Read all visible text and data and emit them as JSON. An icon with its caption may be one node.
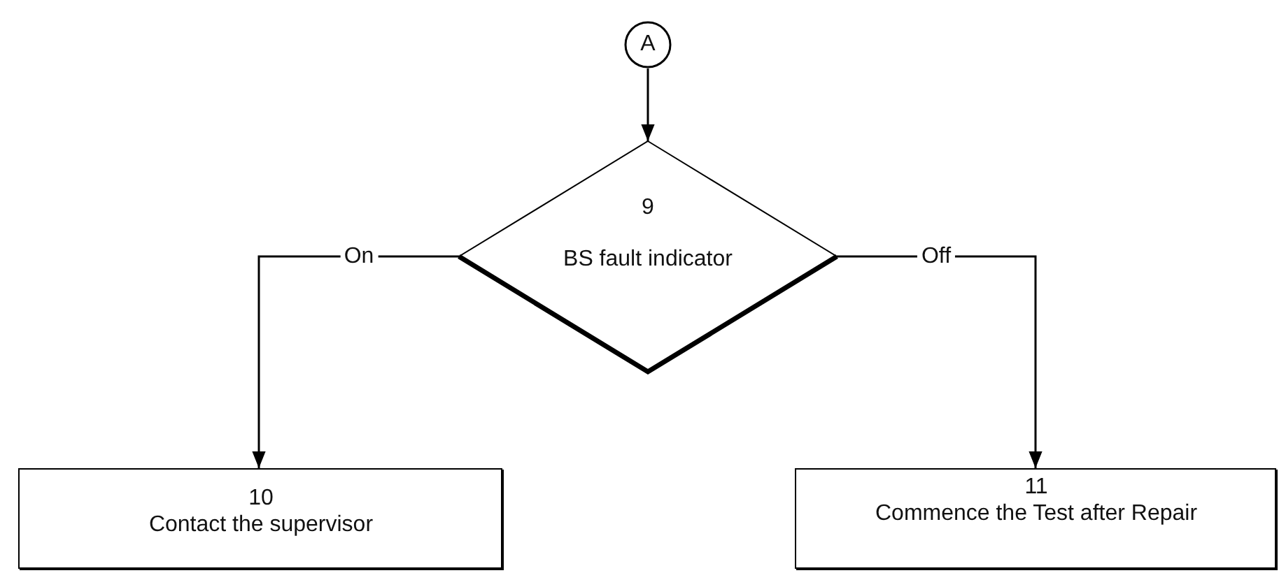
{
  "diagram": {
    "nodes": [
      {
        "text": [
          "A"
        ]
      },
      {
        "text": [
          "9",
          "BS fault indicator"
        ]
      },
      {
        "text": [
          "10",
          "Contact the supervisor"
        ]
      },
      {
        "text": [
          "11",
          "Commence the Test after Repair"
        ]
      }
    ],
    "edges": [
      {
        "from": 0,
        "to": 1,
        "arrow": "to"
      },
      {
        "from": 1,
        "to": 2,
        "label": "On",
        "arrow": "to"
      },
      {
        "from": 1,
        "to": 3,
        "label": "Off",
        "arrow": "to"
      }
    ]
  }
}
